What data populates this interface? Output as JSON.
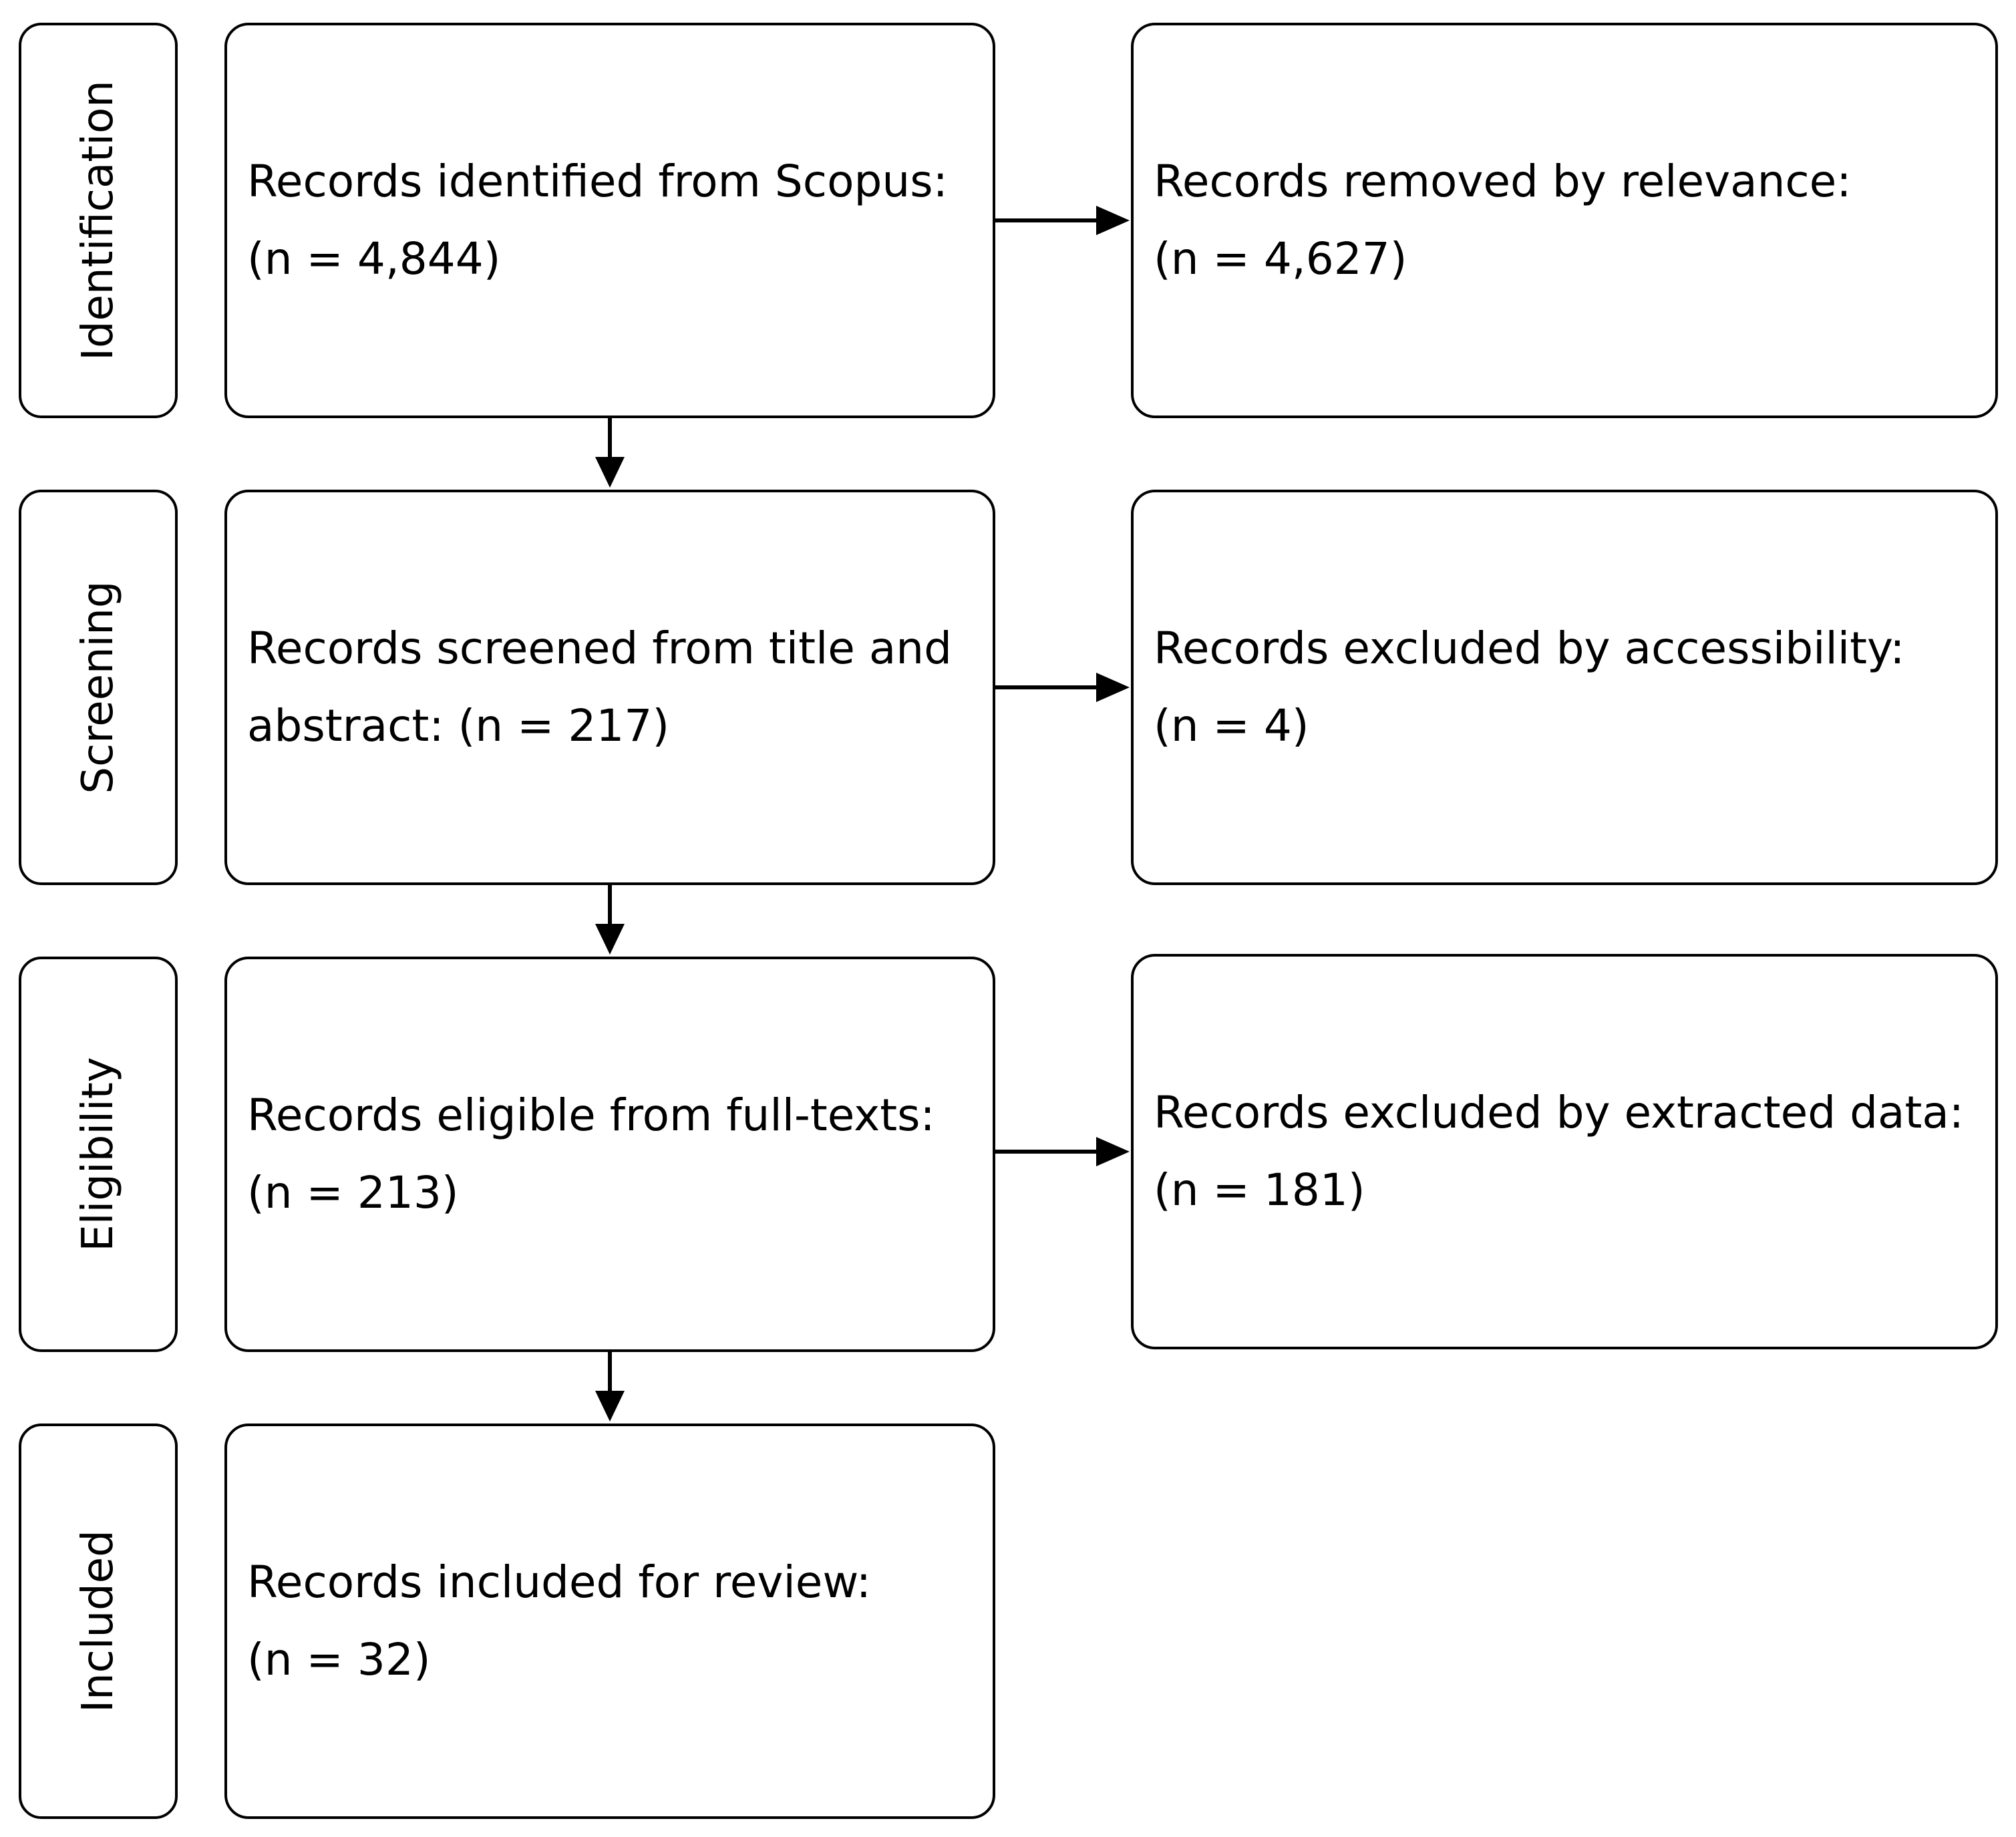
{
  "stages": [
    {
      "label": "Identification"
    },
    {
      "label": "Screening"
    },
    {
      "label": "Eligibility"
    },
    {
      "label": "Included"
    }
  ],
  "main_boxes": [
    {
      "line1": "Records identified from Scopus:",
      "line2": "(n = 4,844)"
    },
    {
      "line1": "Records screened from title and",
      "line2": "abstract: (n = 217)"
    },
    {
      "line1": "Records eligible from full-texts:",
      "line2": "(n = 213)"
    },
    {
      "line1": "Records included for review:",
      "line2": "(n = 32)"
    }
  ],
  "side_boxes": [
    {
      "line1": "Records removed by relevance:",
      "line2": "(n = 4,627)"
    },
    {
      "line1": "Records excluded by accessibility:",
      "line2": "(n = 4)"
    },
    {
      "line1": "Records excluded by extracted data:",
      "line2": "(n = 181)"
    }
  ],
  "colors": {
    "stroke": "#000000",
    "background": "#ffffff"
  }
}
